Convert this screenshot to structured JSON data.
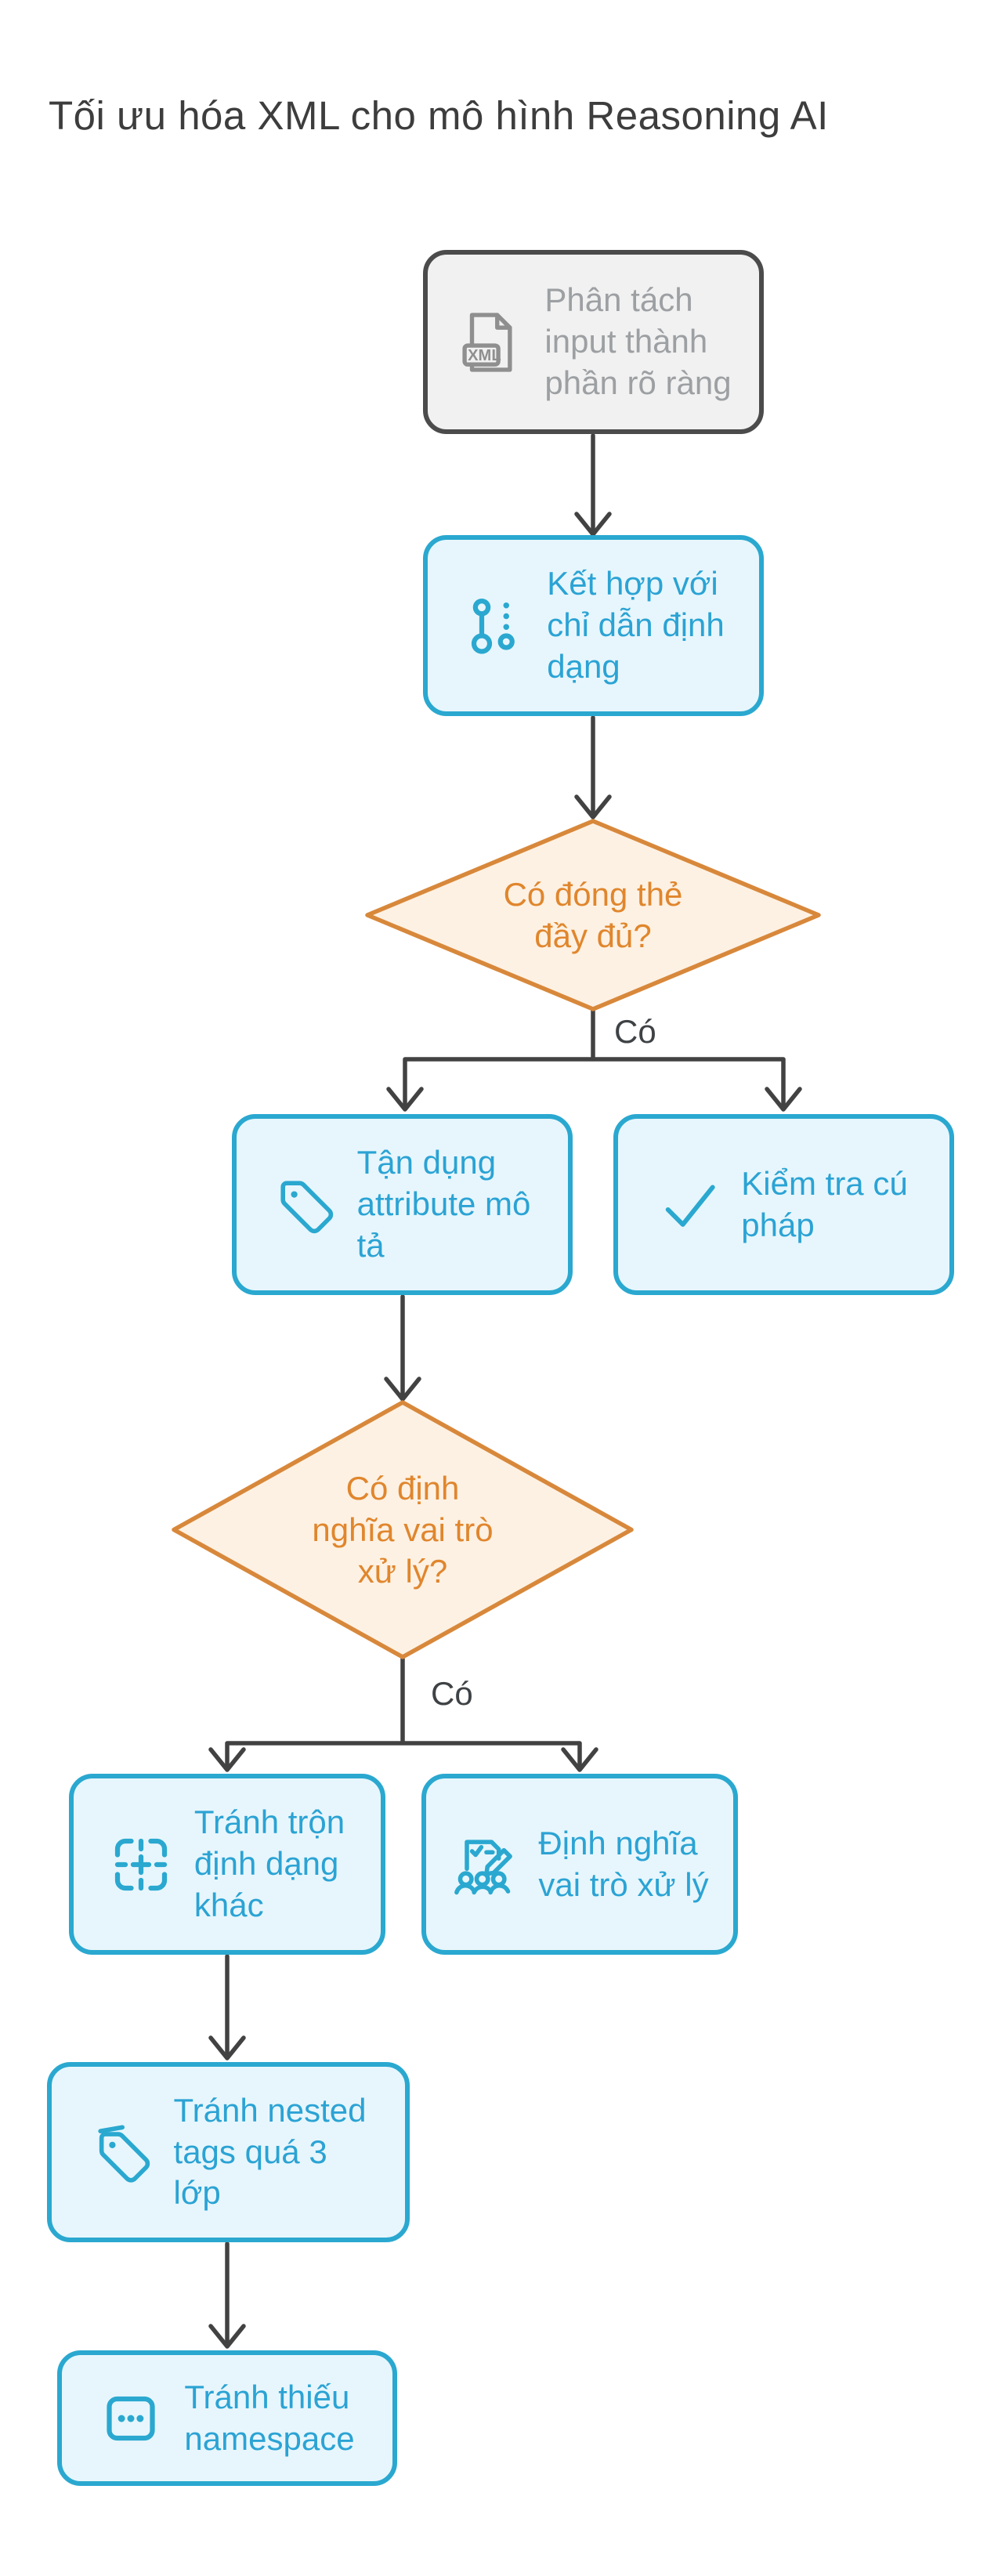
{
  "title": "Tối ưu hóa XML cho mô hình Reasoning AI",
  "colors": {
    "background": "#ffffff",
    "title_text": "#3d3d3d",
    "connector": "#424242",
    "blue_node_border": "#2aa8d0",
    "blue_node_fill": "#e7f6fc",
    "blue_node_text": "#2ba3d4",
    "gray_node_border": "#4b4b4b",
    "gray_node_fill": "#f1f1f1",
    "gray_node_text": "#9da0a3",
    "decision_border": "#d8883b",
    "decision_fill": "#fdf1e3",
    "decision_text": "#e0862d"
  },
  "flow": {
    "nodes": [
      {
        "id": "parse-input",
        "label": "Phân tách\ninput thành\nphần rõ ràng",
        "icon": "xml-file-icon",
        "style": "gray"
      },
      {
        "id": "combine-format-instructions",
        "label": "Kết hợp với\nchỉ dẫn định\ndạng",
        "icon": "workflow-steps-icon",
        "style": "blue"
      },
      {
        "id": "use-descriptive-attributes",
        "label": "Tận dụng\nattribute mô\ntả",
        "icon": "tag-icon",
        "style": "blue"
      },
      {
        "id": "check-syntax",
        "label": "Kiểm tra cú\npháp",
        "icon": "checkmark-icon",
        "style": "blue"
      },
      {
        "id": "avoid-mixing-formats",
        "label": "Tránh trộn\nđịnh dạng\nkhác",
        "icon": "selection-frame-icon",
        "style": "blue"
      },
      {
        "id": "define-processing-roles",
        "label": "Định nghĩa\nvai trò xử lý",
        "icon": "role-assignment-icon",
        "style": "blue"
      },
      {
        "id": "avoid-deep-nesting",
        "label": "Tránh nested\ntags quá 3\nlớp",
        "icon": "tags-icon",
        "style": "blue"
      },
      {
        "id": "avoid-missing-namespace",
        "label": "Tránh thiếu\nnamespace",
        "icon": "ellipsis-box-icon",
        "style": "blue"
      }
    ],
    "decisions": [
      {
        "id": "tags-closed",
        "label": "Có đóng thẻ\nđầy đủ?"
      },
      {
        "id": "roles-defined",
        "label": "Có định\nnghĩa vai trò\nxử lý?"
      }
    ],
    "edge_labels": [
      {
        "label": "Có"
      },
      {
        "label": "Có"
      }
    ]
  }
}
